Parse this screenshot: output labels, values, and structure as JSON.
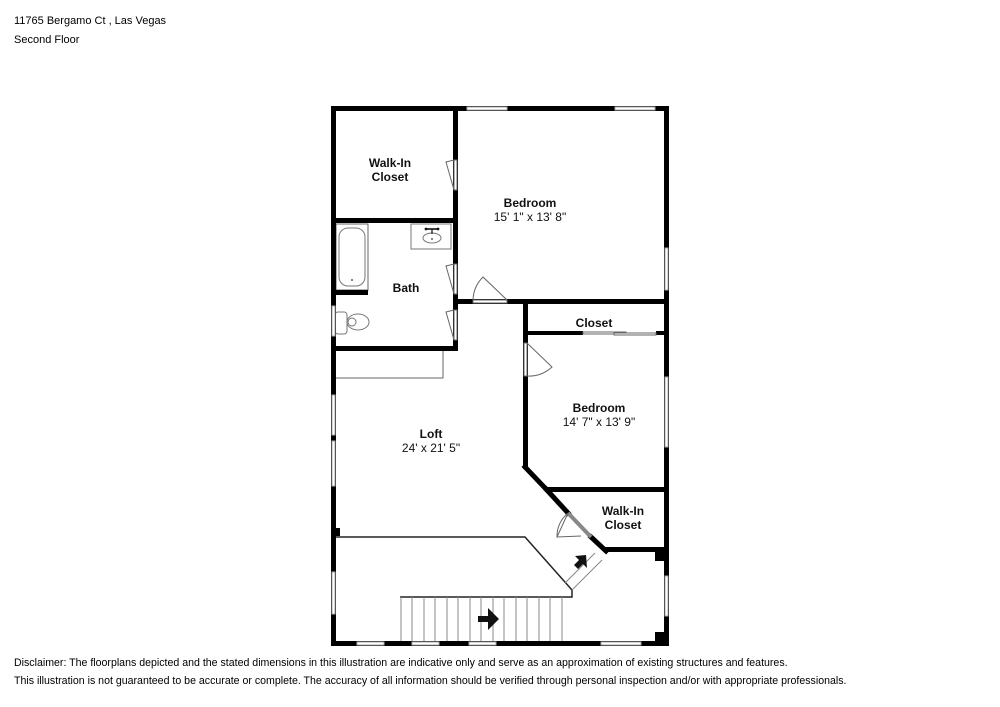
{
  "header": {
    "address": "11765 Bergamo Ct , Las Vegas",
    "floor": "Second Floor"
  },
  "rooms": [
    {
      "name_line1": "Walk-In",
      "name_line2": "Closet",
      "dimensions": ""
    },
    {
      "name": "Bedroom",
      "dimensions": "15' 1\" x 13' 8\""
    },
    {
      "name": "Bath",
      "dimensions": ""
    },
    {
      "name": "Closet",
      "dimensions": ""
    },
    {
      "name": "Bedroom",
      "dimensions": "14' 7\" x 13' 9\""
    },
    {
      "name": "Loft",
      "dimensions": "24' x 21' 5\""
    },
    {
      "name_line1": "Walk-In",
      "name_line2": "Closet",
      "dimensions": ""
    }
  ],
  "colors": {
    "wall": "#000000",
    "window": "#bbbbbb",
    "fixture": "#555555",
    "background": "#ffffff"
  },
  "icons": {
    "stair_arrow": "arrow-right",
    "stair_arrow_2": "arrow-up-left"
  },
  "disclaimer": {
    "line1": "Disclaimer: The floorplans depicted and the stated dimensions in this illustration are indicative only and serve as an approximation of existing structures and features.",
    "line2": "This illustration is not guaranteed to be accurate or complete. The accuracy of all information should be verified through personal inspection and/or with appropriate professionals."
  }
}
